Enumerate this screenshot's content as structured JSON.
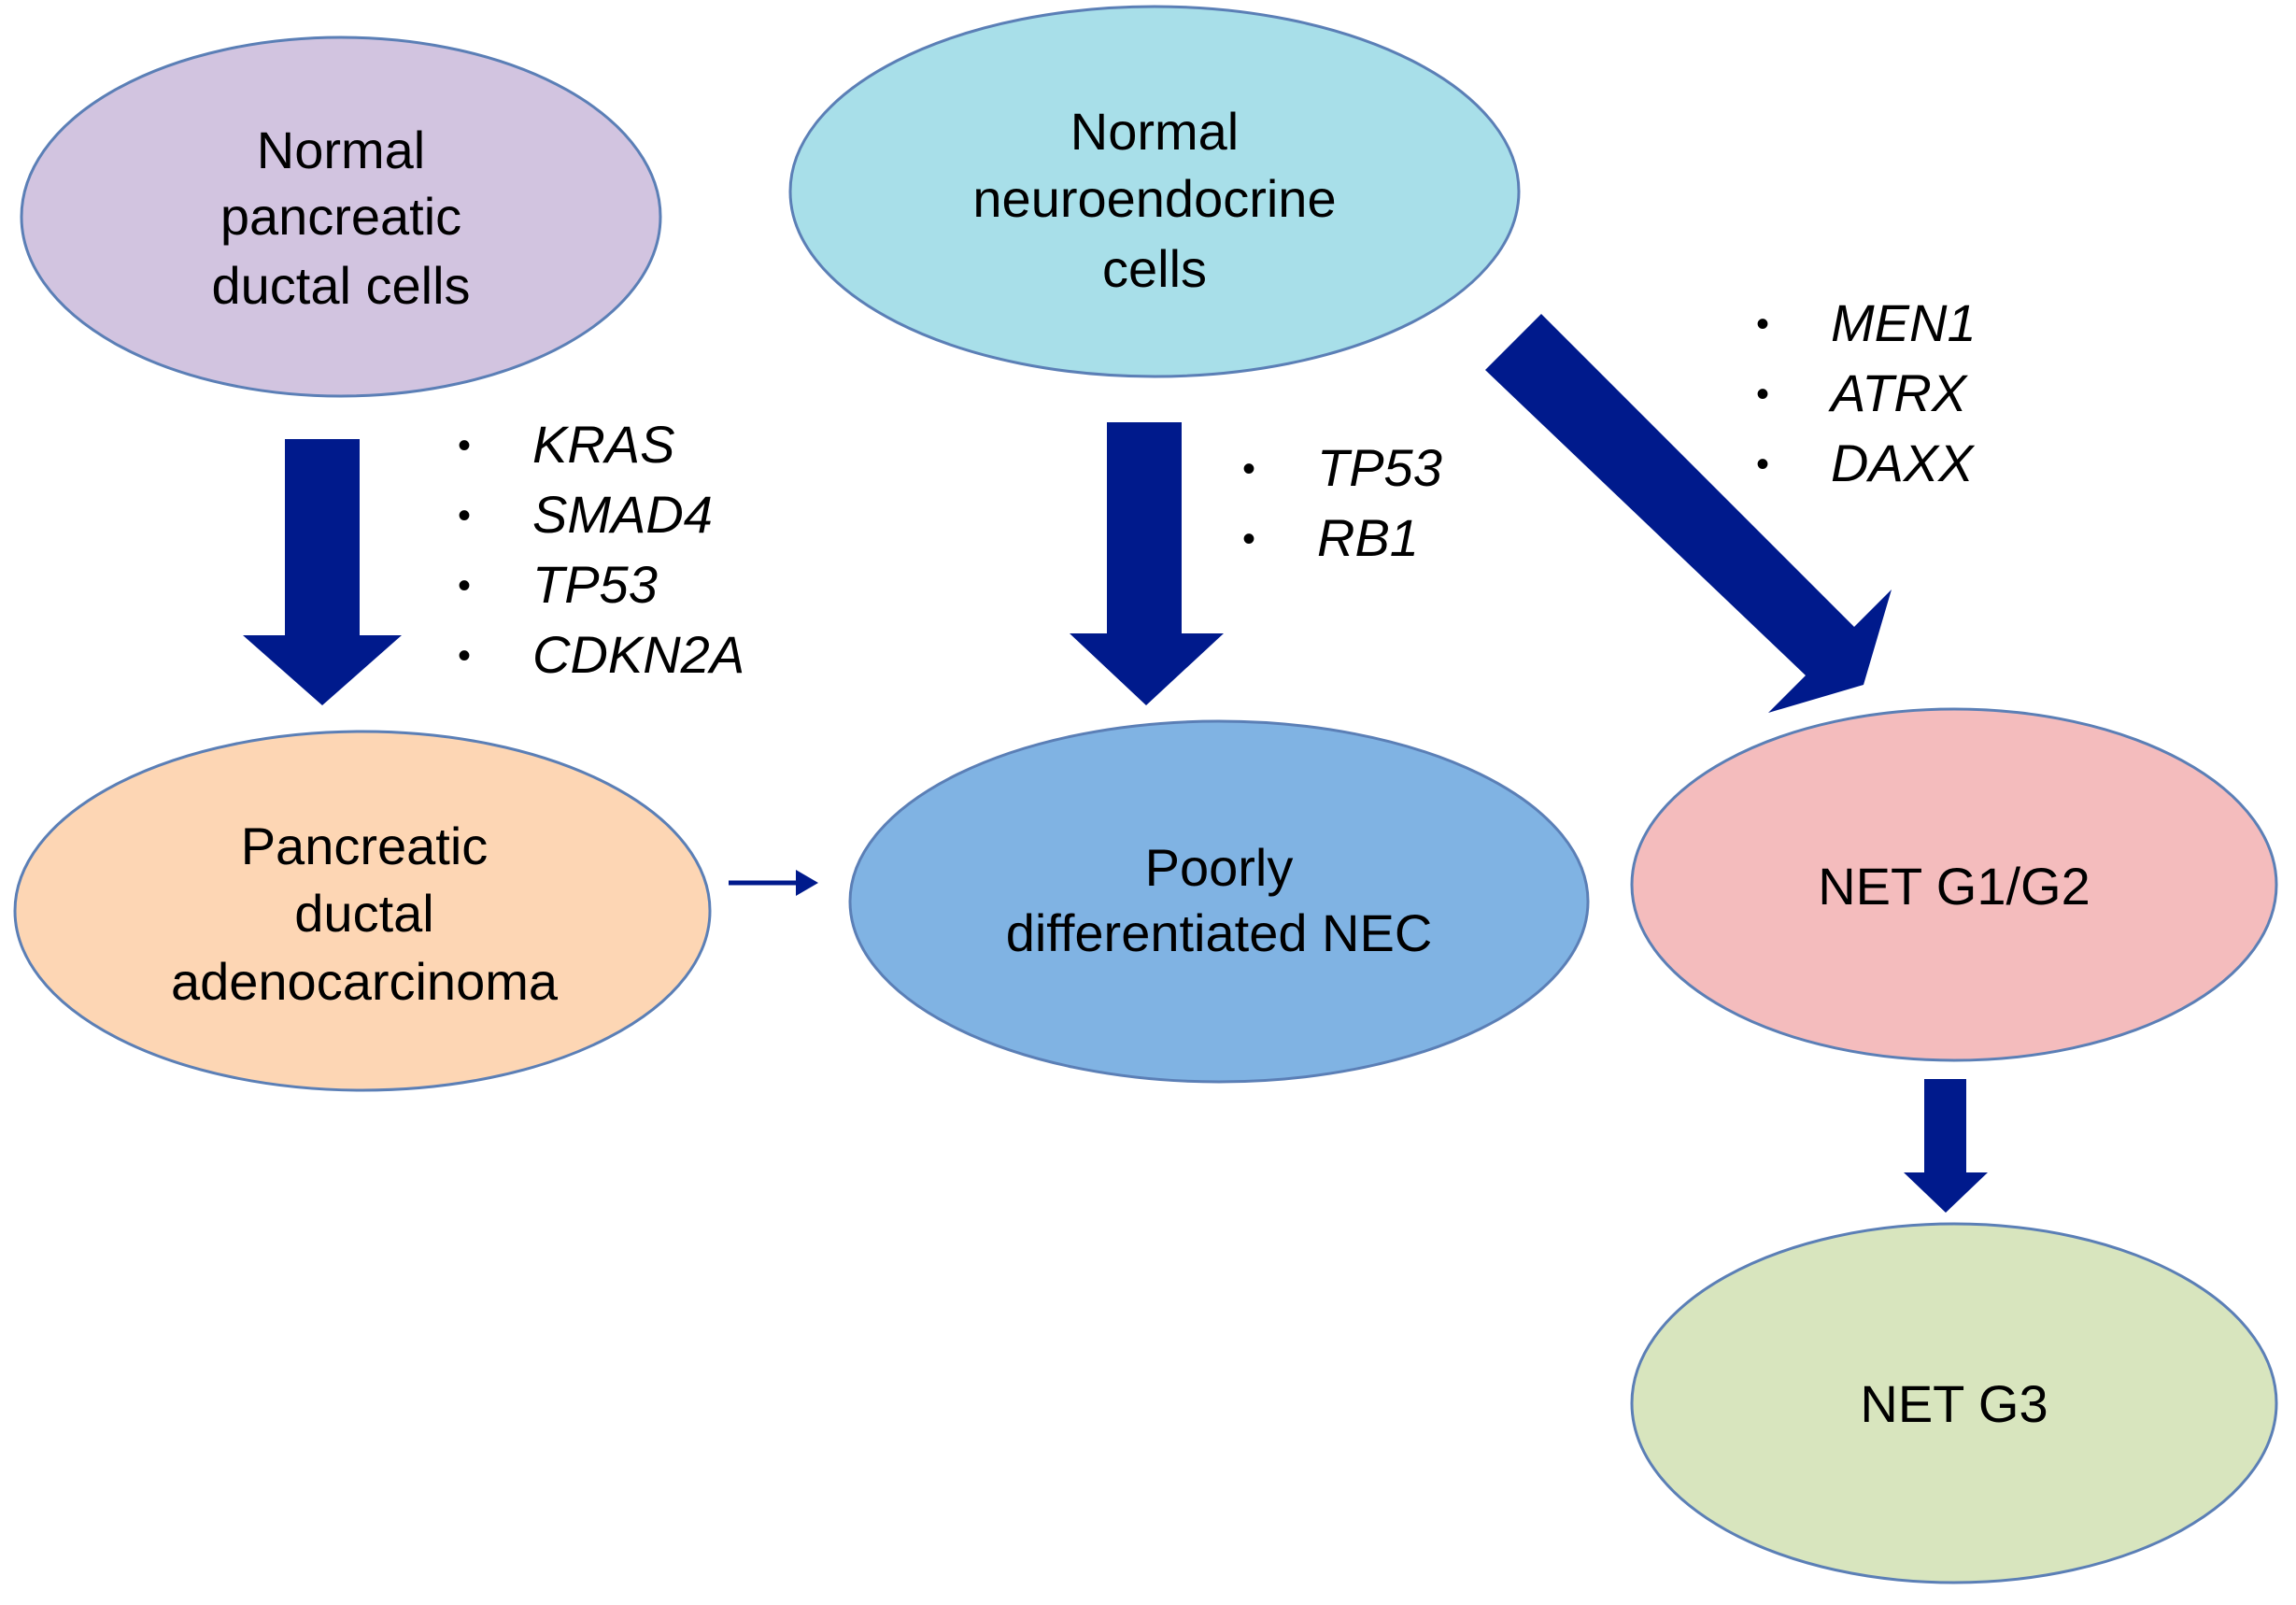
{
  "nodes": {
    "normal_ductal": {
      "lines": [
        "Normal",
        "pancreatic",
        "ductal cells"
      ],
      "fill": "#d2c4e0"
    },
    "normal_ne": {
      "lines": [
        "Normal",
        "neuroendocrine",
        "cells"
      ],
      "fill": "#a8dfe9"
    },
    "pdac": {
      "lines": [
        "Pancreatic",
        "ductal",
        "adenocarcinoma"
      ],
      "fill": "#fdd6b4"
    },
    "nec": {
      "lines": [
        "Poorly",
        "differentiated NEC"
      ],
      "fill": "#80b3e3"
    },
    "net_g12": {
      "lines": [
        "NET G1/G2"
      ],
      "fill": "#f4bcbd"
    },
    "net_g3": {
      "lines": [
        "NET G3"
      ],
      "fill": "#d8e5be"
    }
  },
  "gene_lists": {
    "ductal_to_pdac": [
      "KRAS",
      "SMAD4",
      "TP53",
      "CDKN2A"
    ],
    "ne_to_nec": [
      "TP53",
      "RB1"
    ],
    "ne_to_net": [
      "MEN1",
      "ATRX",
      "DAXX"
    ]
  },
  "bullet_glyph": "•",
  "colors": {
    "arrow": "#001a8c",
    "node_border": "#5b7fb6"
  }
}
